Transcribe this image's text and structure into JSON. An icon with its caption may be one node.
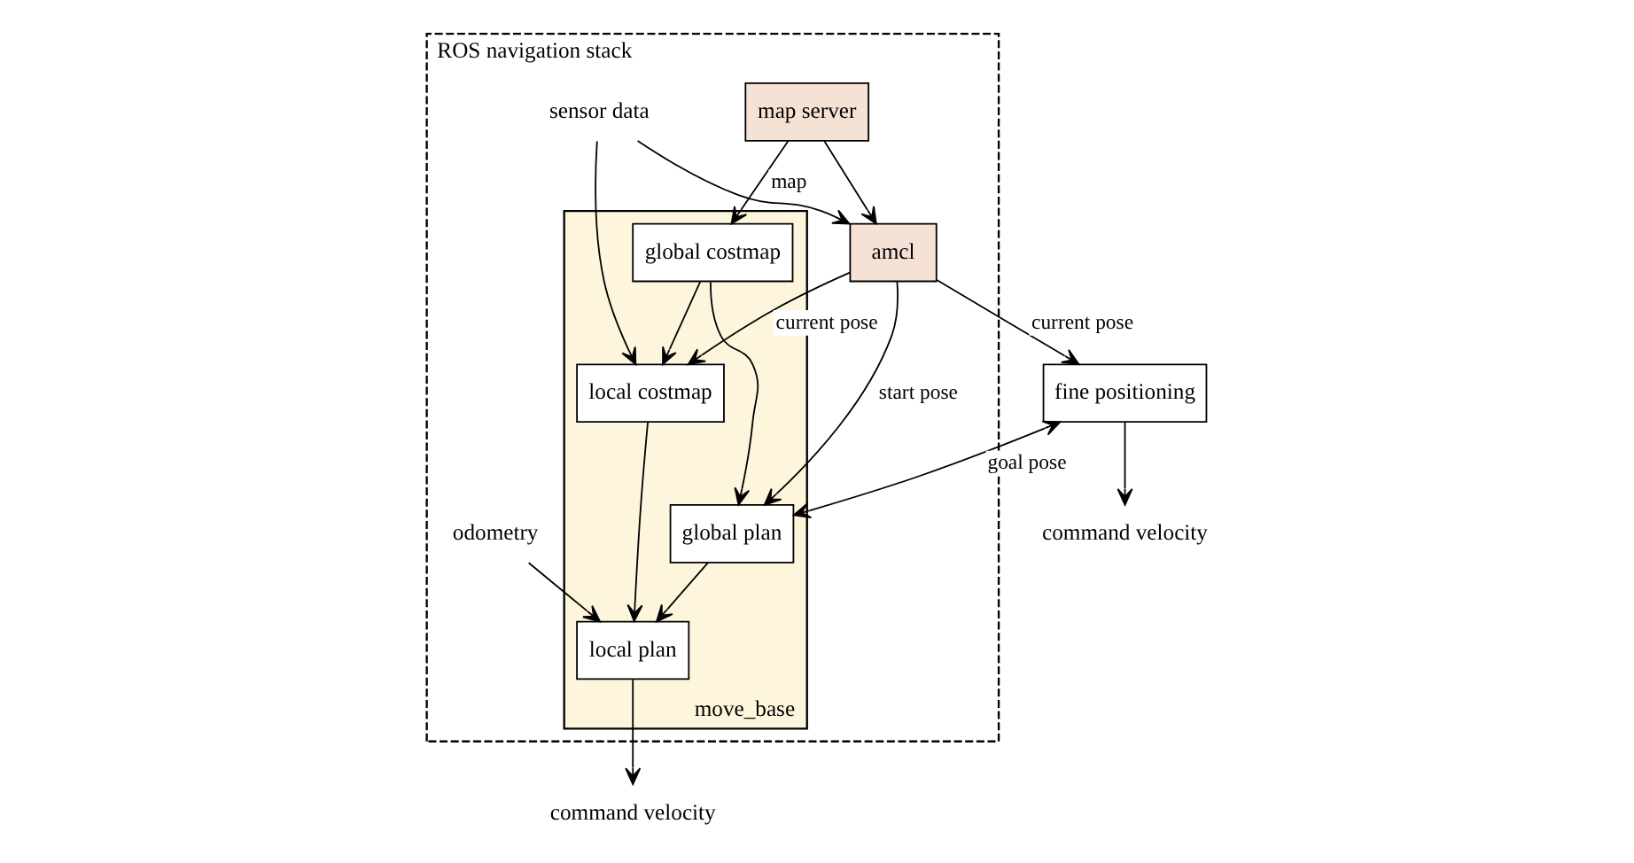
{
  "diagram": {
    "nodes": [
      {
        "text": [
          "ROS navigation stack"
        ]
      },
      {
        "text": [
          "amcl"
        ],
        "in": 0
      },
      {
        "text": [
          "map server"
        ],
        "in": 0
      },
      {
        "text": [
          "move_base"
        ],
        "in": 0
      },
      {
        "text": [
          "global costmap"
        ],
        "in": 3
      },
      {
        "text": [
          "local costmap"
        ],
        "in": 3
      },
      {
        "text": [
          "global plan"
        ],
        "in": 3
      },
      {
        "text": [
          "local plan"
        ],
        "in": 3
      },
      {
        "text": [
          "sensor data"
        ],
        "in": 0
      },
      {
        "text": [
          "odometry"
        ],
        "in": 0
      },
      {
        "text": [
          "fine positioning"
        ]
      },
      {
        "text": [
          "command velocity"
        ]
      },
      {
        "text": [
          "command velocity"
        ]
      }
    ],
    "edges": [
      {
        "from": 2,
        "to": 1,
        "arrow": "to"
      },
      {
        "from": 8,
        "to": 1,
        "arrow": "to"
      },
      {
        "from": 2,
        "to": 4,
        "label": "map",
        "arrow": "to"
      },
      {
        "from": 8,
        "to": 5,
        "arrow": "to"
      },
      {
        "from": 1,
        "to": 5,
        "label": "current pose",
        "arrow": "to"
      },
      {
        "from": 1,
        "to": 6,
        "label": "start pose",
        "arrow": "to"
      },
      {
        "from": 1,
        "to": 10,
        "label": "current pose",
        "arrow": "to"
      },
      {
        "from": 4,
        "to": 5,
        "arrow": "to"
      },
      {
        "from": 4,
        "to": 6,
        "arrow": "to"
      },
      {
        "from": 5,
        "to": 7,
        "arrow": "to"
      },
      {
        "from": 6,
        "to": 7,
        "arrow": "to"
      },
      {
        "from": 9,
        "to": 7,
        "arrow": "to"
      },
      {
        "from": 10,
        "to": 6,
        "label": "goal pose",
        "arrow": "both"
      },
      {
        "from": 7,
        "to": 11,
        "arrow": "to"
      },
      {
        "from": 10,
        "to": 12,
        "arrow": "to"
      }
    ]
  }
}
